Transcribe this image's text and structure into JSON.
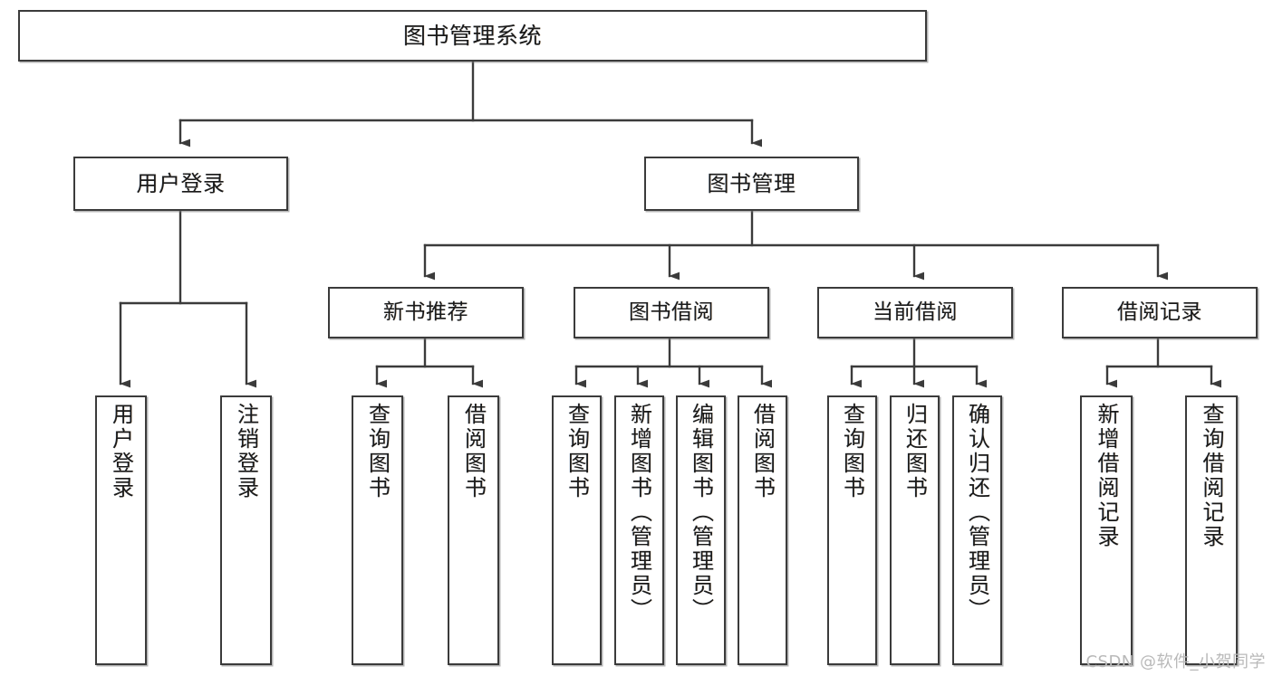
{
  "diagram": {
    "title": "图书管理系统",
    "type": "hierarchy-tree",
    "orientation": "top-down",
    "style": {
      "box_border_color": "#3b3b3b",
      "box_fill_color": "#ffffff",
      "connector_color": "#3b3b3b",
      "background_color": "#ffffff",
      "watermark_color": "#b9b9b9"
    }
  },
  "watermark": {
    "text": "CSDN @软件_小贺同学"
  },
  "nodes": {
    "root": {
      "label": "图书管理系统"
    },
    "level1": [
      {
        "label": "用户登录"
      },
      {
        "label": "图书管理"
      }
    ],
    "level2": [
      {
        "label": "新书推荐"
      },
      {
        "label": "图书借阅"
      },
      {
        "label": "当前借阅"
      },
      {
        "label": "借阅记录"
      }
    ],
    "leaves_user_login": [
      {
        "label": "用户登录"
      },
      {
        "label": "注销登录"
      }
    ],
    "leaves_new_book": [
      {
        "label": "查询图书"
      },
      {
        "label": "借阅图书"
      }
    ],
    "leaves_book_borrow": [
      {
        "label": "查询图书"
      },
      {
        "label": "新增图书（管理员）"
      },
      {
        "label": "编辑图书（管理员）"
      },
      {
        "label": "借阅图书"
      }
    ],
    "leaves_current_borrow": [
      {
        "label": "查询图书"
      },
      {
        "label": "归还图书"
      },
      {
        "label": "确认归还（管理员）"
      }
    ],
    "leaves_borrow_record": [
      {
        "label": "新增借阅记录"
      },
      {
        "label": "查询借阅记录"
      }
    ]
  },
  "chart_data": {
    "type": "table",
    "title": "图书管理系统 功能结构图",
    "tree": {
      "name": "图书管理系统",
      "children": [
        {
          "name": "用户登录",
          "children": [
            {
              "name": "用户登录"
            },
            {
              "name": "注销登录"
            }
          ]
        },
        {
          "name": "图书管理",
          "children": [
            {
              "name": "新书推荐",
              "children": [
                {
                  "name": "查询图书"
                },
                {
                  "name": "借阅图书"
                }
              ]
            },
            {
              "name": "图书借阅",
              "children": [
                {
                  "name": "查询图书"
                },
                {
                  "name": "新增图书（管理员）"
                },
                {
                  "name": "编辑图书（管理员）"
                },
                {
                  "name": "借阅图书"
                }
              ]
            },
            {
              "name": "当前借阅",
              "children": [
                {
                  "name": "查询图书"
                },
                {
                  "name": "归还图书"
                },
                {
                  "name": "确认归还（管理员）"
                }
              ]
            },
            {
              "name": "借阅记录",
              "children": [
                {
                  "name": "新增借阅记录"
                },
                {
                  "name": "查询借阅记录"
                }
              ]
            }
          ]
        }
      ]
    }
  }
}
